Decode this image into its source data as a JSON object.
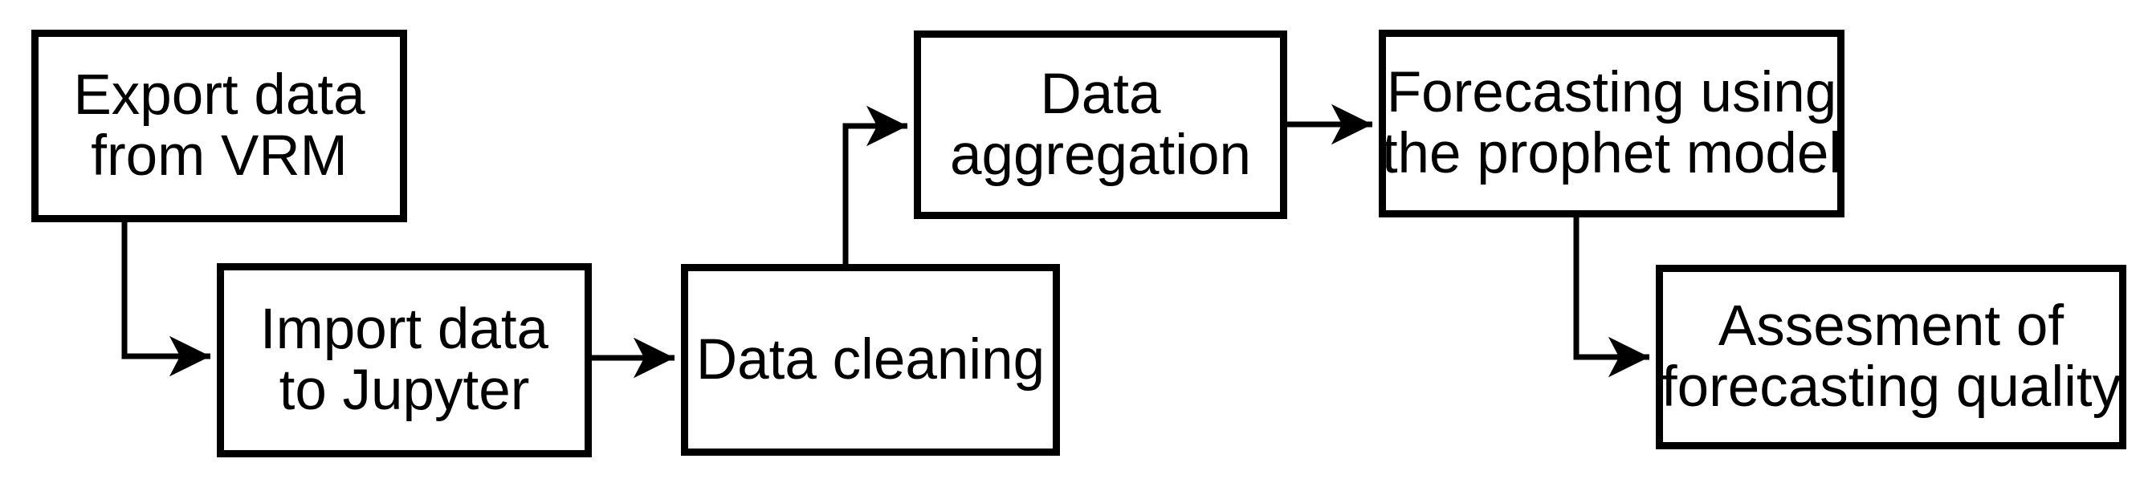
{
  "figure": {
    "type": "flowchart",
    "background_color": "#ffffff",
    "line_color": "#000000",
    "box_fill_color": "#ffffff"
  },
  "boxes": [
    {
      "id": "export-data-from-vrm",
      "lines": [
        "Export data",
        "from VRM"
      ]
    },
    {
      "id": "import-data-to-jupyter",
      "lines": [
        "Import data",
        "to Jupyter"
      ]
    },
    {
      "id": "data-cleaning",
      "lines": [
        "Data cleaning"
      ]
    },
    {
      "id": "data-aggregation",
      "lines": [
        "Data",
        "aggregation"
      ]
    },
    {
      "id": "forecasting-prophet",
      "lines": [
        "Forecasting using",
        "the prophet model"
      ]
    },
    {
      "id": "assessment-quality",
      "lines": [
        "Assesment of",
        "forecasting quality"
      ]
    }
  ],
  "flow": [
    {
      "from": "Export data from VRM",
      "to": "Import data to Jupyter"
    },
    {
      "from": "Import data to Jupyter",
      "to": "Data cleaning"
    },
    {
      "from": "Data cleaning",
      "to": "Data aggregation"
    },
    {
      "from": "Data aggregation",
      "to": "Forecasting using the prophet model"
    },
    {
      "from": "Forecasting using the prophet model",
      "to": "Assesment of forecasting quality"
    }
  ]
}
